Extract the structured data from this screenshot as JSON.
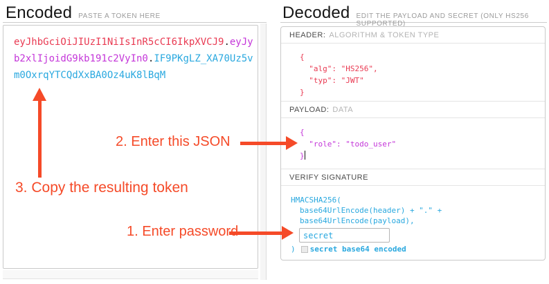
{
  "encoded_panel": {
    "title": "Encoded",
    "subtitle": "PASTE A TOKEN HERE",
    "token": {
      "header_segment": "eyJhbGciOiJIUzI1NiIsInR5cCI6IkpXVCJ9",
      "separator1": ".",
      "payload_segment": "eyJyb2xlIjoidG9kb191c2VyIn0",
      "separator2": ".",
      "signature_segment": "IF9PKgLZ_XA70Uz5vm0OxrqYTCQdXxBA0Oz4uK8lBqM"
    }
  },
  "decoded_panel": {
    "title": "Decoded",
    "subtitle": "EDIT THE PAYLOAD AND SECRET (ONLY HS256 SUPPORTED)",
    "header_section": {
      "label": "HEADER:",
      "label_detail": "ALGORITHM & TOKEN TYPE",
      "json_lines": [
        "{",
        "  \"alg\": \"HS256\",",
        "  \"typ\": \"JWT\"",
        "}"
      ]
    },
    "payload_section": {
      "label": "PAYLOAD:",
      "label_detail": "DATA",
      "json_lines": [
        "{",
        "  \"role\": \"todo_user\"",
        "}"
      ]
    },
    "signature_section": {
      "label": "VERIFY SIGNATURE",
      "algorithm_line": "HMACSHA256(",
      "encode_header_line": "base64UrlEncode(header) + \".\" +",
      "encode_payload_line": "base64UrlEncode(payload),",
      "secret_value": "secret",
      "closing_paren": ")",
      "base64_checkbox_label": "secret base64 encoded",
      "base64_checkbox_checked": false
    }
  },
  "annotations": {
    "step1_label": "1. Enter password",
    "step2_label": "2. Enter this JSON",
    "step3_label": "3. Copy the resulting token"
  },
  "colors": {
    "c-header": "#e93a52",
    "c-payload": "#c436d9",
    "c-signature": "#29a8df",
    "c-annotation": "#f54a28",
    "c-separator": "#222222"
  }
}
